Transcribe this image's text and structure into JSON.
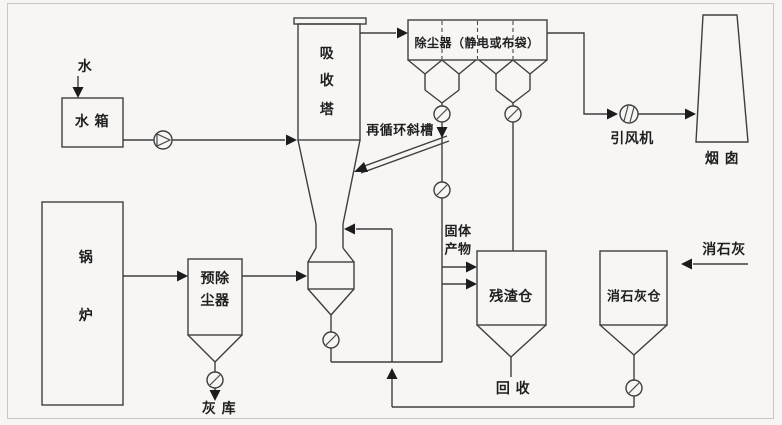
{
  "diagram_type": "flue-gas-desulfurization-process-flow",
  "colors": {
    "background": "#f7f6f4",
    "line": "#3f3f3f",
    "arrow": "#1c1c1c",
    "text": "#1f1f1f",
    "frame_border": "#c9c7c2"
  },
  "labels": {
    "water_source": "水",
    "water_tank": "水 箱",
    "boiler": [
      "锅",
      "炉"
    ],
    "pre_collector": [
      "预除",
      "尘器"
    ],
    "ash_silo": "灰 库",
    "absorber": [
      "吸",
      "收",
      "塔"
    ],
    "recirculation_chute": "再循环斜槽",
    "dust_collector": "除尘器（静电或布袋）",
    "id_fan": "引风机",
    "chimney": "烟 囱",
    "solid_product": [
      "固体",
      "产物"
    ],
    "residue_silo": "残渣仓",
    "lime_silo": "消石灰仓",
    "lime_feed": "消石灰",
    "recycle": "回 收"
  },
  "icons": {
    "pump": "circle-with-right-triangle",
    "fan": "circle-with-blade-lines",
    "rotary_valve": "circle-with-diagonal-slash",
    "flow_arrow": "solid-black-triangle"
  }
}
